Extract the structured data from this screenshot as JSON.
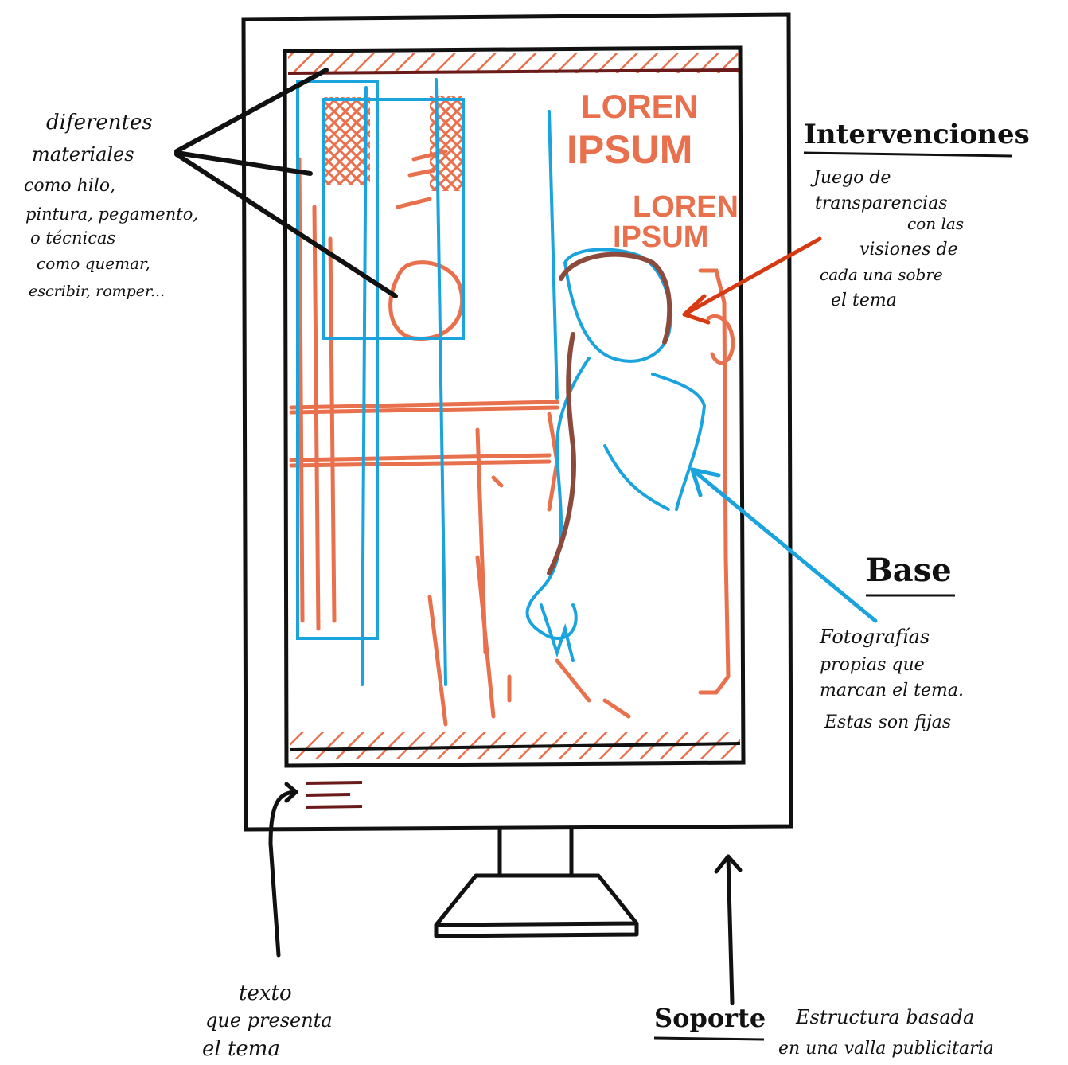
{
  "colors": {
    "ink": "#111111",
    "orange": "#e8704d",
    "blue": "#1ba3dd",
    "red_arrow": "#d63a12",
    "brown": "#8b4a3c",
    "dark_red": "#6b1a1a"
  },
  "poster_text": {
    "lorem1_line1": "LOREN",
    "lorem1_line2": "IPSUM",
    "lorem2_line1": "LOREN",
    "lorem2_line2": "IPSUM"
  },
  "annotations": {
    "materials": {
      "lines": [
        "diferentes",
        "materiales",
        "como hilo,",
        "pintura, pegamento,",
        "o técnicas",
        "como quemar,",
        "escribir, romper..."
      ]
    },
    "interventions": {
      "title": "Intervenciones",
      "lines": [
        "Juego de",
        "transparencias",
        "con las",
        "visiones de",
        "cada una sobre",
        "el tema"
      ]
    },
    "base": {
      "title": "Base",
      "lines": [
        "Fotografías",
        "propias que",
        "marcan el tema.",
        "Estas son fijas"
      ]
    },
    "text_label": {
      "lines": [
        "texto",
        "que presenta",
        "el tema"
      ]
    },
    "support": {
      "title": "Soporte",
      "lines": [
        "Estructura basada",
        "en una valla publicitaria"
      ]
    }
  }
}
